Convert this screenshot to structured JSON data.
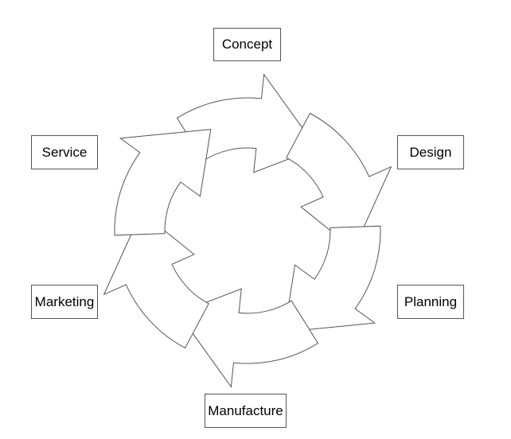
{
  "stages": [
    {
      "id": "concept",
      "label": "Concept"
    },
    {
      "id": "design",
      "label": "Design"
    },
    {
      "id": "planning",
      "label": "Planning"
    },
    {
      "id": "manufacture",
      "label": "Manufacture"
    },
    {
      "id": "marketing",
      "label": "Marketing"
    },
    {
      "id": "service",
      "label": "Service"
    }
  ],
  "colors": {
    "stroke": "#555555",
    "fill": "#ffffff",
    "text": "#000000"
  }
}
